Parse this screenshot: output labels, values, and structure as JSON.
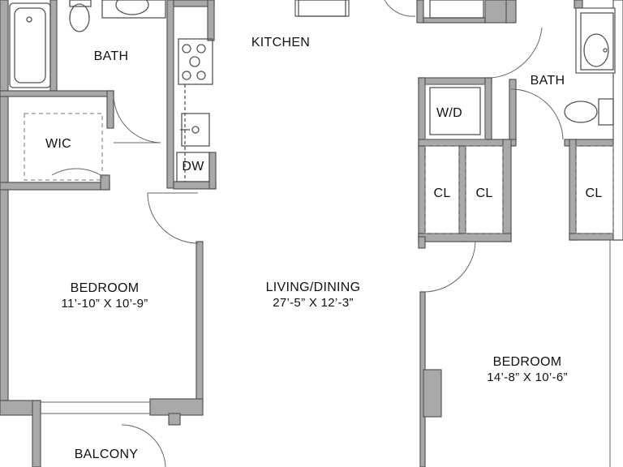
{
  "rooms": {
    "bath_top_left": "BATH",
    "wic": "WIC",
    "kitchen": "KITCHEN",
    "dw": "DW",
    "bath_right": "BATH",
    "wd": "W/D",
    "cl_1": "CL",
    "cl_2": "CL",
    "cl_3": "CL",
    "bedroom_left": {
      "name": "BEDROOM",
      "dims": "11’-10” X 10’-9”"
    },
    "living_dining": {
      "name": "LIVING/DINING",
      "dims": "27’-5” X 12’-3”"
    },
    "bedroom_right": {
      "name": "BEDROOM",
      "dims": "14’-8” X 10’-6”"
    },
    "balcony": "BALCONY"
  },
  "colors": {
    "wall": "#a9a9a9",
    "line": "#555555",
    "text": "#111111"
  }
}
